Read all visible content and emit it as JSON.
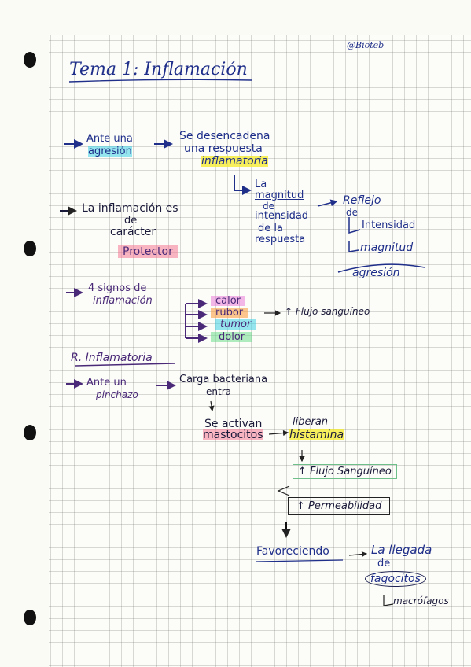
{
  "page": {
    "brand_tag": "@Bioteb",
    "title": "Tema 1: Inflamación"
  },
  "section1": {
    "left_line1": "Ante una",
    "left_line2": "agresión",
    "mid_line1": "Se desencadena",
    "mid_line2": "una respuesta",
    "mid_line3": "inflamatoria",
    "sub_line1": "La",
    "sub_line2": "magnitud",
    "sub_line3": "de",
    "sub_line4": "intensidad",
    "sub_line5": "de la",
    "sub_line6": "respuesta",
    "reflejo_line1": "Reflejo",
    "reflejo_line2": "de",
    "reflejo_item1": "Intensidad",
    "reflejo_item2": "magnitud",
    "reflejo_item3": "agresión"
  },
  "section2": {
    "line1": "La inflamación es",
    "line2": "de",
    "line3": "carácter",
    "highlight": "Protector"
  },
  "section3": {
    "line1": "4 signos de",
    "line2": "inflamación",
    "signs": [
      "calor",
      "rubor",
      "tumor",
      "dolor"
    ],
    "result": "↑ Flujo sanguíneo"
  },
  "section4": {
    "heading": "R. Inflamatoria",
    "left_line1": "Ante un",
    "left_line2": "pinchazo",
    "mid_line1": "Carga bacteriana",
    "mid_line2": "entra",
    "activate_line1": "Se activan",
    "activate_line2": "mastocitos",
    "release_line1": "liberan",
    "release_line2": "histamina",
    "flujo_box": "↑ Flujo Sanguíneo",
    "permeab_box": "↑ Permeabilidad",
    "favor": "Favoreciendo",
    "arrival_line1": "La llegada",
    "arrival_line2": "de",
    "fagocitos": "fagocitos",
    "macrofagos": "macrófagos"
  },
  "colors": {
    "ink_blue": "#1f2f8a",
    "ink_purple": "#4a2a78",
    "hl_cyan": "#40d2e6",
    "hl_yellow": "#f5ec28",
    "hl_pink": "#f57896",
    "hl_orange": "#faa046",
    "hl_green": "#6edc8c"
  }
}
